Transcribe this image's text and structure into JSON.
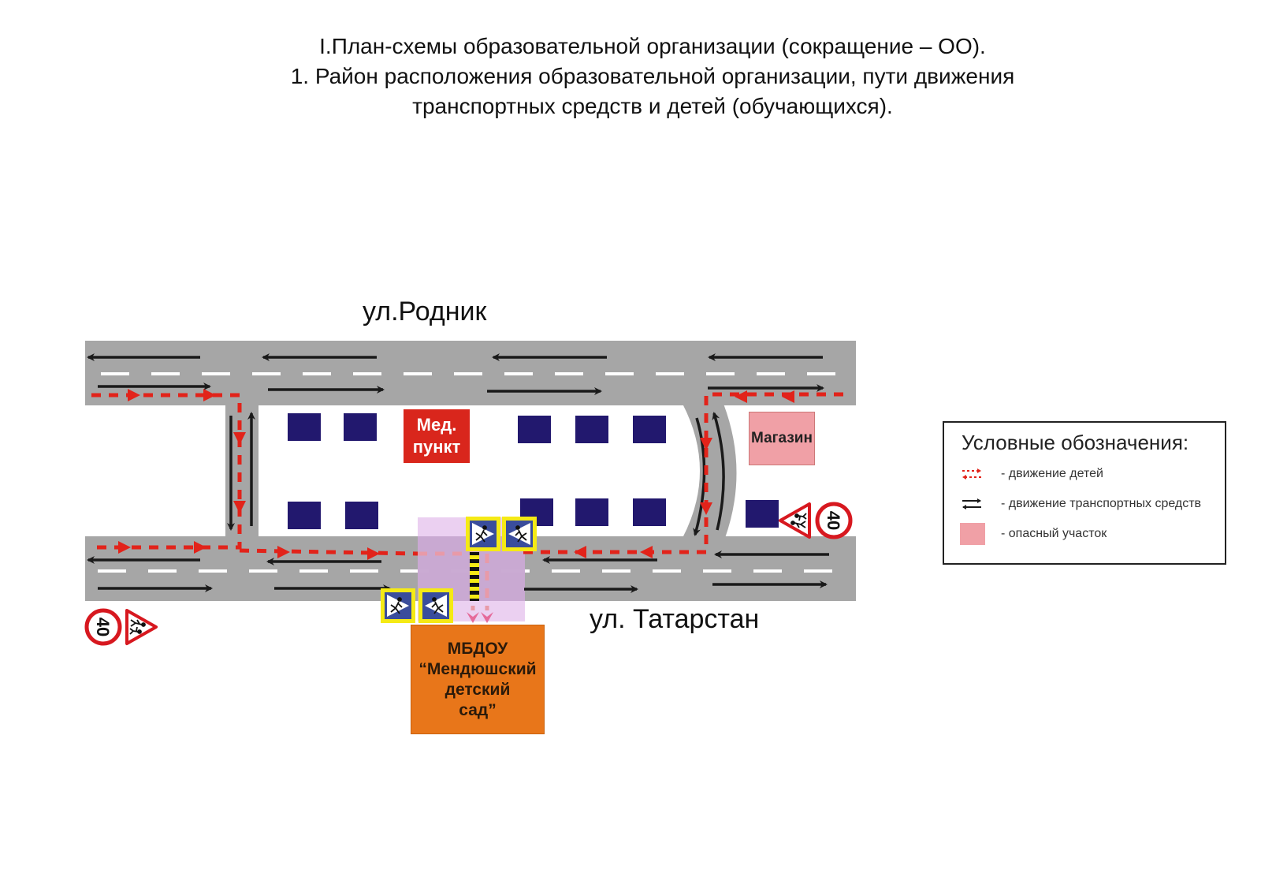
{
  "header": {
    "line1": "I.План-схемы образовательной организации (сокращение – ОО).",
    "line2": "1. Район расположения образовательной организации, пути движения",
    "line3": "транспортных средств и детей (обучающихся)."
  },
  "streets": {
    "top": "ул.Родник",
    "bottom": "ул. Татарстан"
  },
  "buildings": {
    "med_point": {
      "line1": "Мед.",
      "line2": "пункт"
    },
    "shop": "Магазин",
    "kindergarten": {
      "line1": "МБДОУ",
      "line2": "“Мендюшский",
      "line3": "детский",
      "line4": "сад”"
    }
  },
  "signs": {
    "speed_limit": "40",
    "children_warning_icon": "children-crossing-icon",
    "pedestrian_crossing_icon": "pedestrian-crossing-icon"
  },
  "legend": {
    "title": "Условные обозначения:",
    "items": [
      {
        "icon": "children-movement-icon",
        "label": "- движение детей"
      },
      {
        "icon": "vehicle-movement-icon",
        "label": "- движение транспортных средств"
      },
      {
        "icon": "danger-zone-icon",
        "label": "- опасный участок"
      }
    ]
  },
  "colors": {
    "road": "#a6a6a6",
    "building": "#22186e",
    "children_path": "#e2231a",
    "med_point": "#d9261c",
    "shop": "#f0a0a6",
    "kindergarten": "#e8761a",
    "danger_zone": "#e7c8ef",
    "sign_frame": "#f5ea15",
    "sign_blue": "#3a4d9c"
  }
}
